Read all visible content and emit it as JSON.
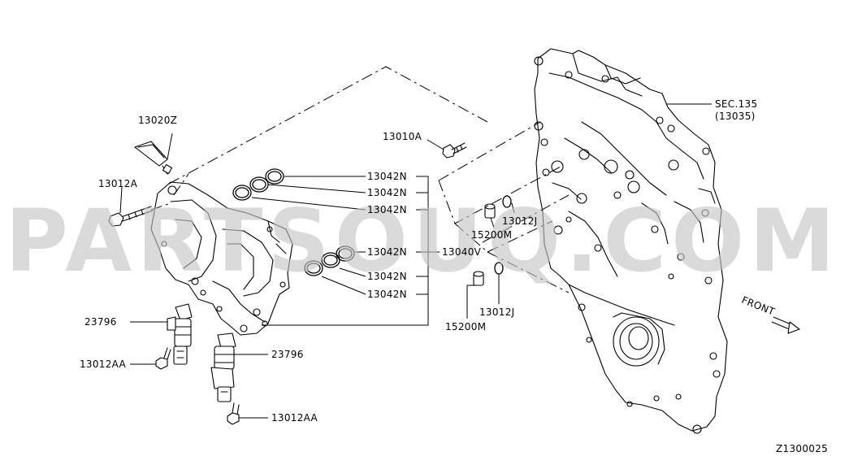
{
  "watermark": "PARTSOUQ.COM",
  "diagram_code": "Z1300025",
  "front_label": "FRONT",
  "labels": {
    "sec_135": "SEC.135",
    "sec_135_sub": "(13035)",
    "p13010A": "13010A",
    "p13020Z": "13020Z",
    "p13012A": "13012A",
    "p13042N_1": "13042N",
    "p13042N_2": "13042N",
    "p13042N_3": "13042N",
    "p13042N_4": "13042N",
    "p13042N_5": "13042N",
    "p13042N_6": "13042N",
    "p13040V": "13040V",
    "p13012J_1": "13012J",
    "p13012J_2": "13012J",
    "p15200M_1": "15200M",
    "p15200M_2": "15200M",
    "p23796_1": "23796",
    "p23796_2": "23796",
    "p13012AA_1": "13012AA",
    "p13012AA_2": "13012AA"
  }
}
